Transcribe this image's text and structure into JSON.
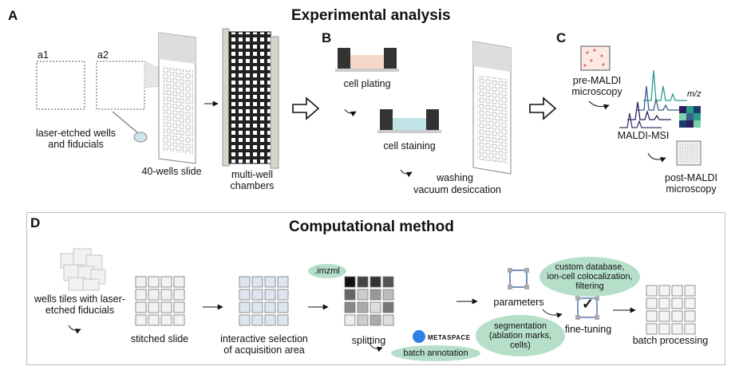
{
  "experimental": {
    "panel_A": "A",
    "panel_B": "B",
    "panel_C": "C",
    "title": "Experimental analysis",
    "a1": "a1",
    "a2": "a2",
    "laser_label_1": "laser-etched wells",
    "laser_label_2": "and fiducials",
    "slide_40": "40-wells slide",
    "multiwell_1": "multi-well",
    "multiwell_2": "chambers",
    "cell_plating": "cell plating",
    "cell_staining": "cell staining",
    "washing": "washing",
    "vacuum": "vacuum desiccation",
    "pre_maldi_1": "pre-MALDI",
    "pre_maldi_2": "microscopy",
    "mz": "m/z",
    "maldi_msi": "MALDI-MSI",
    "post_maldi_1": "post-MALDI",
    "post_maldi_2": "microscopy"
  },
  "computational": {
    "panel_D": "D",
    "title": "Computational method",
    "tiles_1": "wells tiles with laser-",
    "tiles_2": "etched fiducials",
    "stitched": "stitched slide",
    "interactive_1": "interactive selection",
    "interactive_2": "of acquisition area",
    "imzml": ".imzml",
    "splitting": "splitting",
    "metaspace": "METASPACE",
    "batch_annotation": "batch annotation",
    "parameters": "parameters",
    "custom_1": "custom database,",
    "custom_2": "ion-cell colocalization,",
    "custom_3": "filtering",
    "segmentation_1": "segmentation",
    "segmentation_2": "(ablation marks,",
    "segmentation_3": "cells)",
    "fine_tuning": "fine-tuning",
    "batch_processing": "batch processing",
    "check": "✓"
  },
  "colors": {
    "bubble": "#b6dfc9",
    "chamber": "#222222",
    "well_fill": "#dde6f0",
    "heatmap": [
      "#2c1f5e",
      "#3a5f8f",
      "#2a9d8f",
      "#7fd1ae",
      "#1b3b6f"
    ]
  }
}
